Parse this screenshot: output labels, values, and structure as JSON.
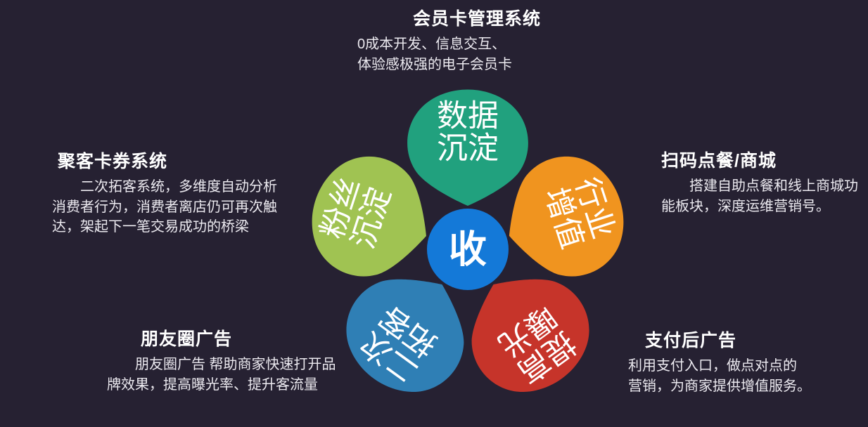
{
  "background_color": "#262132",
  "center": {
    "label": "收",
    "color": "#1479d8",
    "text_color": "#ffffff"
  },
  "petals": [
    {
      "id": "data-accumulation",
      "line1": "数据",
      "line2": "沉淀",
      "color": "#21a17e",
      "angle": 0
    },
    {
      "id": "industry-value-add",
      "line1": "行业",
      "line2": "增值",
      "color": "#f0941f",
      "angle": 72
    },
    {
      "id": "increase-exposure",
      "line1": "提高",
      "line2": "曝光",
      "color": "#c6342a",
      "angle": 144
    },
    {
      "id": "second-customer-acquisition",
      "line1": "二次",
      "line2": "拓客",
      "color": "#2f7fb5",
      "angle": 216
    },
    {
      "id": "fan-accumulation",
      "line1": "粉丝",
      "line2": "沉淀",
      "color": "#a0c352",
      "angle": 288
    }
  ],
  "sections": {
    "membership_card": {
      "title": "会员卡管理系统",
      "body_line1": "0成本开发、信息交互、",
      "body_line2": "体验感极强的电子会员卡"
    },
    "coupon_system": {
      "title": "聚客卡券系统",
      "body": "二次拓客系统，多维度自动分析消费者行为，消费者离店仍可再次触达，架起下一笔交易成功的桥梁"
    },
    "scan_order_mall": {
      "title": "扫码点餐/商城",
      "body": "搭建自助点餐和线上商城功能板块，深度运维营销号。"
    },
    "moments_ads": {
      "title": "朋友圈广告",
      "body": "朋友圈广告 帮助商家快速打开品牌效果，提高曝光率、提升客流量"
    },
    "post_payment_ads": {
      "title": "支付后广告",
      "body_line1": "利用支付入口，做点对点的",
      "body_line2": "营销，为商家提供增值服务。"
    }
  }
}
